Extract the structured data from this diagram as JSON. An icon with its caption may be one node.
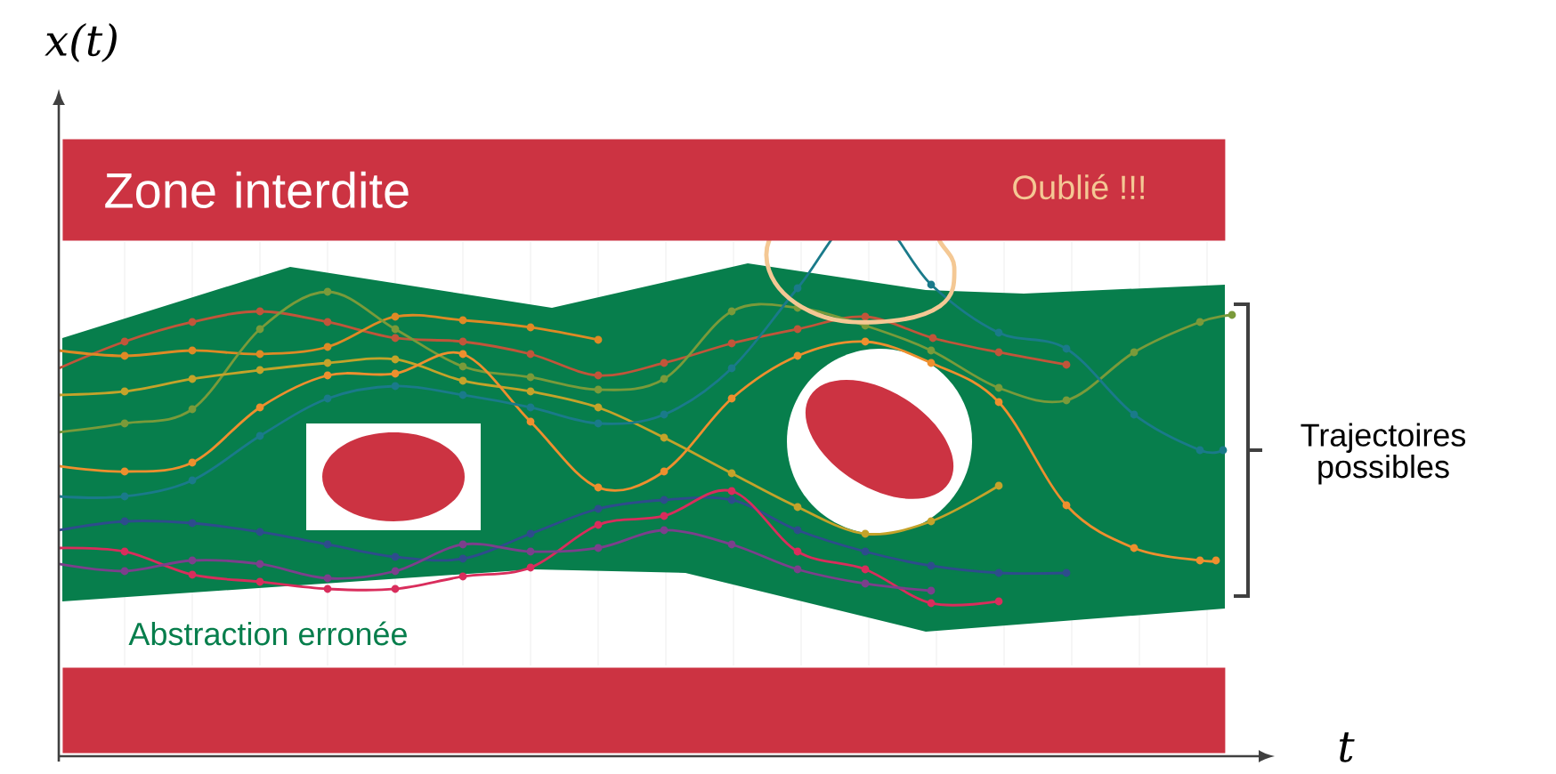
{
  "diagram": {
    "nodes": [
      {
        "text": [
          "Zone interdite"
        ]
      },
      {
        "text": [],
        "shape": "bar"
      }
    ],
    "edges": [],
    "labels": [
      "x(t)",
      "Oublié !!!",
      "Trajectoires possibles",
      "Abstraction erronée",
      "t"
    ]
  }
}
